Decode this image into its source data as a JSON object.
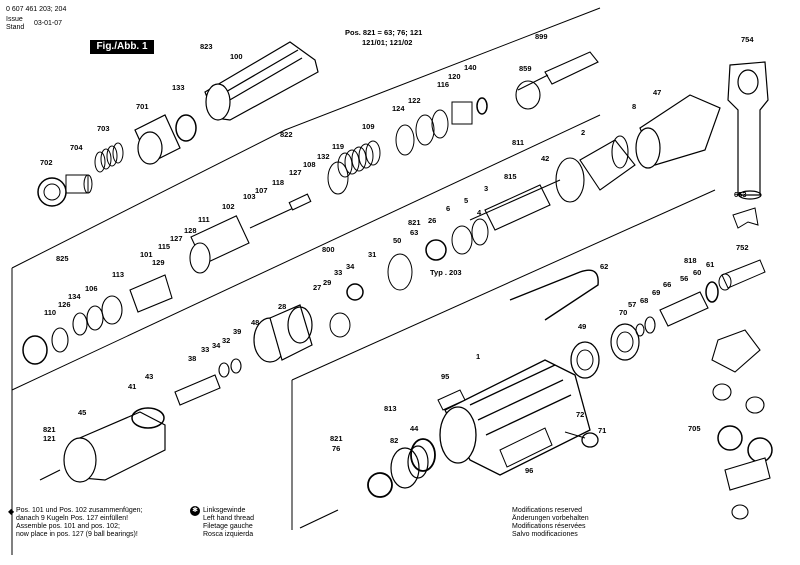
{
  "header": {
    "doc_number": "0 607 461 203; 204",
    "issue_label": "Issue",
    "stand_label": "Stand",
    "issue_date": "03-01-07",
    "figure_label": "Fig./Abb. 1"
  },
  "pos_note": [
    "Pos. 821 = 63; 76; 121",
    "121/01; 121/02"
  ],
  "typ_label": "Typ . 203",
  "callouts": [
    "823",
    "100",
    "133",
    "701",
    "703",
    "702",
    "704",
    "822",
    "109",
    "124",
    "122",
    "116",
    "120",
    "140",
    "899",
    "859",
    "754",
    "8",
    "47",
    "2",
    "811",
    "42",
    "815",
    "3",
    "5",
    "6",
    "26",
    "821",
    "63",
    "4",
    "653",
    "752",
    "800",
    "29",
    "33",
    "34",
    "31",
    "27",
    "50",
    "62",
    "818",
    "56",
    "61",
    "60",
    "69",
    "66",
    "57",
    "68",
    "70",
    "71",
    "72",
    "95",
    "813",
    "1",
    "44",
    "82",
    "821",
    "76",
    "96",
    "49",
    "28",
    "48",
    "39",
    "32",
    "34",
    "33",
    "38",
    "41",
    "43",
    "45",
    "821",
    "121",
    "705",
    "825",
    "113",
    "106",
    "134",
    "126",
    "110",
    "129",
    "101",
    "115",
    "127",
    "128",
    "111",
    "102",
    "103",
    "107",
    "118",
    "127",
    "108",
    "132",
    "119"
  ],
  "footnotes": {
    "ball_note": [
      "Pos. 101 und Pos. 102 zusammenfügen;",
      "danach 9 Kugeln Pos. 127 einfüllen!",
      "Assemble pos. 101 and pos. 102;",
      "now place in pos. 127 (9 ball bearings)!"
    ],
    "thread_note": [
      "Linksgewinde",
      "Left hand thread",
      "Filetage gauche",
      "Rosca izquierda"
    ],
    "modifications": [
      "Modifications reserved",
      "Änderungen vorbehalten",
      "Modifications réservées",
      "Salvo modificaciones"
    ]
  },
  "symbols": {
    "diamond": "diamond-icon",
    "left_thread": "gear-star-icon"
  }
}
